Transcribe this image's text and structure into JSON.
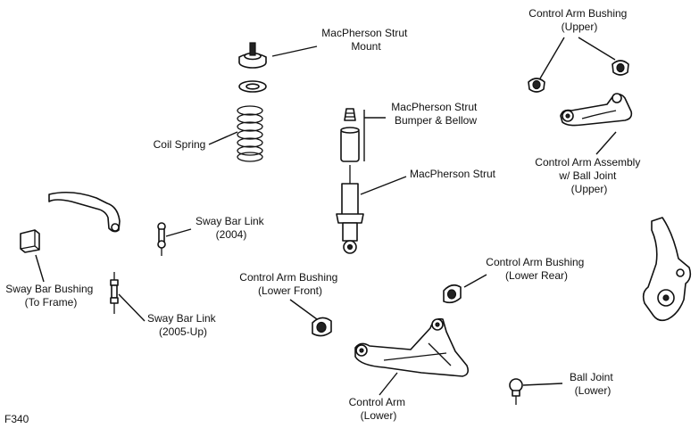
{
  "labels": {
    "macpherson_strut_mount": [
      "MacPherson Strut",
      "Mount"
    ],
    "coil_spring": [
      "Coil Spring"
    ],
    "macpherson_strut_bumper": [
      "MacPherson Strut",
      "Bumper & Bellow"
    ],
    "macpherson_strut": [
      "MacPherson Strut"
    ],
    "control_arm_bushing_upper": [
      "Control Arm Bushing",
      "(Upper)"
    ],
    "control_arm_assembly_upper": [
      "Control Arm Assembly",
      "w/ Ball Joint",
      "(Upper)"
    ],
    "sway_bar_link_2004": [
      "Sway Bar Link",
      "(2004)"
    ],
    "sway_bar_bushing": [
      "Sway Bar Bushing",
      "(To Frame)"
    ],
    "sway_bar_link_2005": [
      "Sway Bar Link",
      "(2005-Up)"
    ],
    "control_arm_bushing_lower_front": [
      "Control Arm Bushing",
      "(Lower Front)"
    ],
    "control_arm_bushing_lower_rear": [
      "Control Arm Bushing",
      "(Lower Rear)"
    ],
    "control_arm_lower": [
      "Control Arm",
      "(Lower)"
    ],
    "ball_joint_lower": [
      "Ball Joint",
      "(Lower)"
    ]
  },
  "figure_code": "F340"
}
